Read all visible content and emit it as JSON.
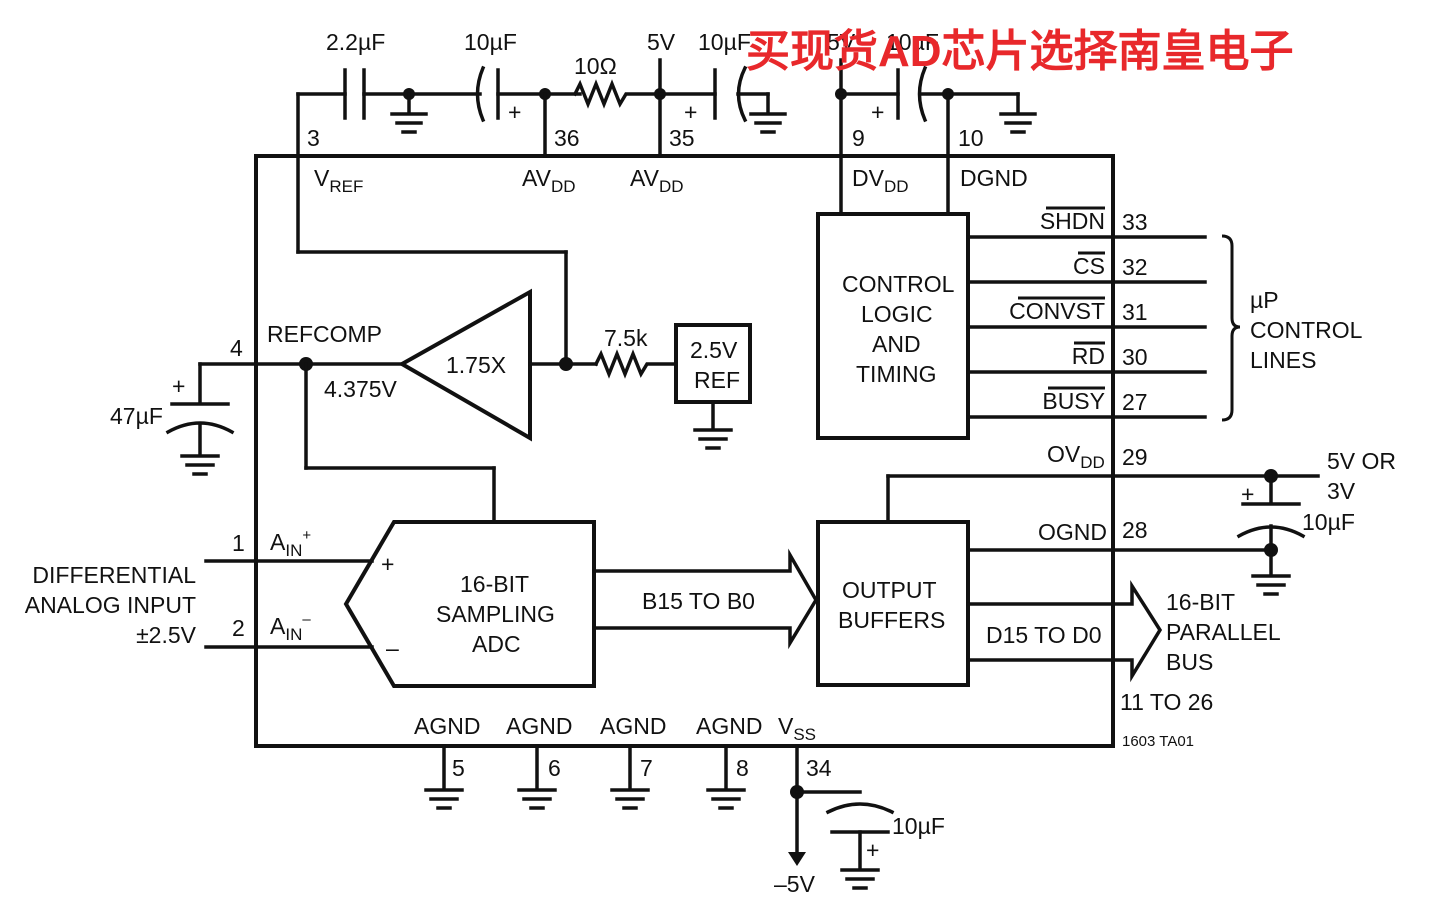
{
  "watermark": "买现货AD芯片选择南皇电子",
  "caps": {
    "vref": "2.2µF",
    "avdd_bulk": "10µF",
    "avdd_pin35": "10µF",
    "dvdd": "10µF",
    "refcomp": "47µF",
    "ovdd": "10µF",
    "vss": "10µF"
  },
  "resistors": {
    "avdd": "10Ω",
    "ref": "7.5k"
  },
  "supplies": {
    "avdd": "5V",
    "dvdd": "5V",
    "ovdd_line1": "5V OR",
    "ovdd_line2": "3V",
    "vss": "–5V"
  },
  "pins": {
    "vref": {
      "num": "3",
      "name": "V",
      "sub": "REF"
    },
    "avdd36": {
      "num": "36",
      "name": "AV",
      "sub": "DD"
    },
    "avdd35": {
      "num": "35",
      "name": "AV",
      "sub": "DD"
    },
    "dvdd": {
      "num": "9",
      "name": "DV",
      "sub": "DD"
    },
    "dgnd": {
      "num": "10",
      "name": "DGND"
    },
    "refcomp": {
      "num": "4",
      "name": "REFCOMP"
    },
    "ain_pos": {
      "num": "1",
      "name": "A",
      "sub": "IN",
      "sup": "+"
    },
    "ain_neg": {
      "num": "2",
      "name": "A",
      "sub": "IN",
      "sup": "–"
    },
    "ovdd": {
      "num": "29",
      "name": "OV",
      "sub": "DD"
    },
    "ognd": {
      "num": "28",
      "name": "OGND"
    },
    "data": {
      "num": "11 TO 26"
    },
    "agnd5": {
      "num": "5",
      "name": "AGND"
    },
    "agnd6": {
      "num": "6",
      "name": "AGND"
    },
    "agnd7": {
      "num": "7",
      "name": "AGND"
    },
    "agnd8": {
      "num": "8",
      "name": "AGND"
    },
    "vss": {
      "num": "34",
      "name": "V",
      "sub": "SS"
    }
  },
  "control_lines": [
    {
      "name": "SHDN",
      "num": "33"
    },
    {
      "name": "CS",
      "num": "32"
    },
    {
      "name": "CONVST",
      "num": "31"
    },
    {
      "name": "RD",
      "num": "30"
    },
    {
      "name": "BUSY",
      "num": "27"
    }
  ],
  "blocks": {
    "amp": "1.75X",
    "refcomp_voltage": "4.375V",
    "ref": [
      "2.5V",
      "REF"
    ],
    "control": [
      "CONTROL",
      "LOGIC",
      "AND",
      "TIMING"
    ],
    "adc": [
      "16-BIT",
      "SAMPLING",
      "ADC"
    ],
    "output": [
      "OUTPUT",
      "BUFFERS"
    ],
    "adc_plus": "+",
    "adc_minus": "–"
  },
  "buses": {
    "internal": "B15 TO B0",
    "external": "D15 TO D0"
  },
  "external": {
    "up_control": [
      "µP",
      "CONTROL",
      "LINES"
    ],
    "parallel_bus": [
      "16-BIT",
      "PARALLEL",
      "BUS"
    ],
    "diff_input": [
      "DIFFERENTIAL",
      "ANALOG INPUT",
      "±2.5V"
    ]
  },
  "figure_id": "1603 TA01",
  "polarity_mark": "+"
}
